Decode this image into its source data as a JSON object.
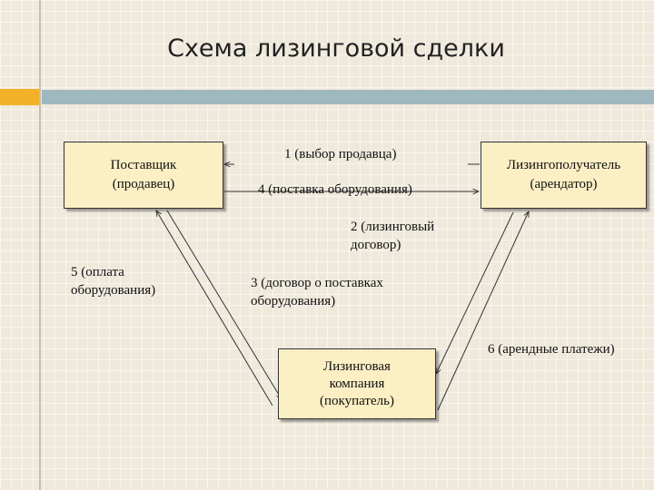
{
  "title": "Схема лизинговой сделки",
  "colors": {
    "accent_orange": "#f3b12a",
    "accent_blue": "#9fb7bf",
    "box_fill": "#fcefc4"
  },
  "nodes": {
    "supplier": {
      "line1": "Поставщик",
      "line2": "(продавец)"
    },
    "lessee": {
      "line1": "Лизингополучатель",
      "line2": "(арендатор)"
    },
    "company": {
      "line1": "Лизинговая",
      "line2": "компания",
      "line3": "(покупатель)"
    }
  },
  "edges": {
    "e1": "1 (выбор продавца)",
    "e2_line1": "2 (лизинговый",
    "e2_line2": "договор)",
    "e3_line1": "3 (договор о поставках",
    "e3_line2": "оборудования)",
    "e4": "4 (поставка оборудования)",
    "e5_line1": "5 (оплата",
    "e5_line2": "оборудования)",
    "e6": "6 (арендные платежи)"
  }
}
